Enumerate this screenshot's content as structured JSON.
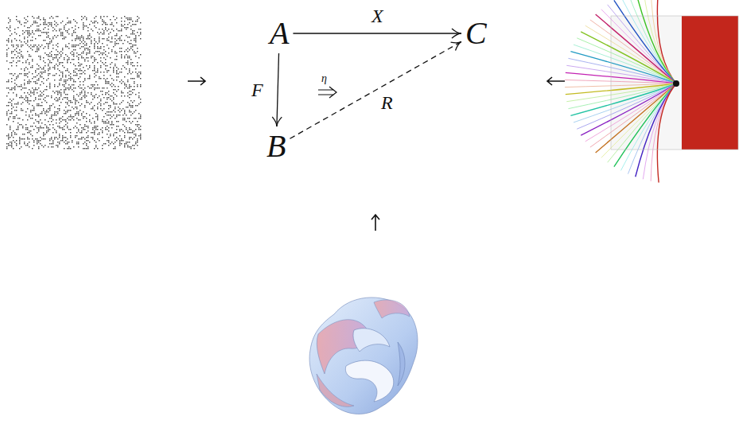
{
  "diagram": {
    "nodes": [
      {
        "text": [
          "A"
        ]
      },
      {
        "text": [
          "C"
        ]
      },
      {
        "text": [
          "B"
        ]
      }
    ],
    "edges": [
      {
        "from": 0,
        "to": 1,
        "arrow": "to",
        "label": "X"
      },
      {
        "from": 0,
        "to": 2,
        "arrow": "to",
        "label": "F"
      },
      {
        "from": 2,
        "to": 1,
        "arrow": "to",
        "label": "R"
      }
    ],
    "labels": [
      "η"
    ]
  }
}
